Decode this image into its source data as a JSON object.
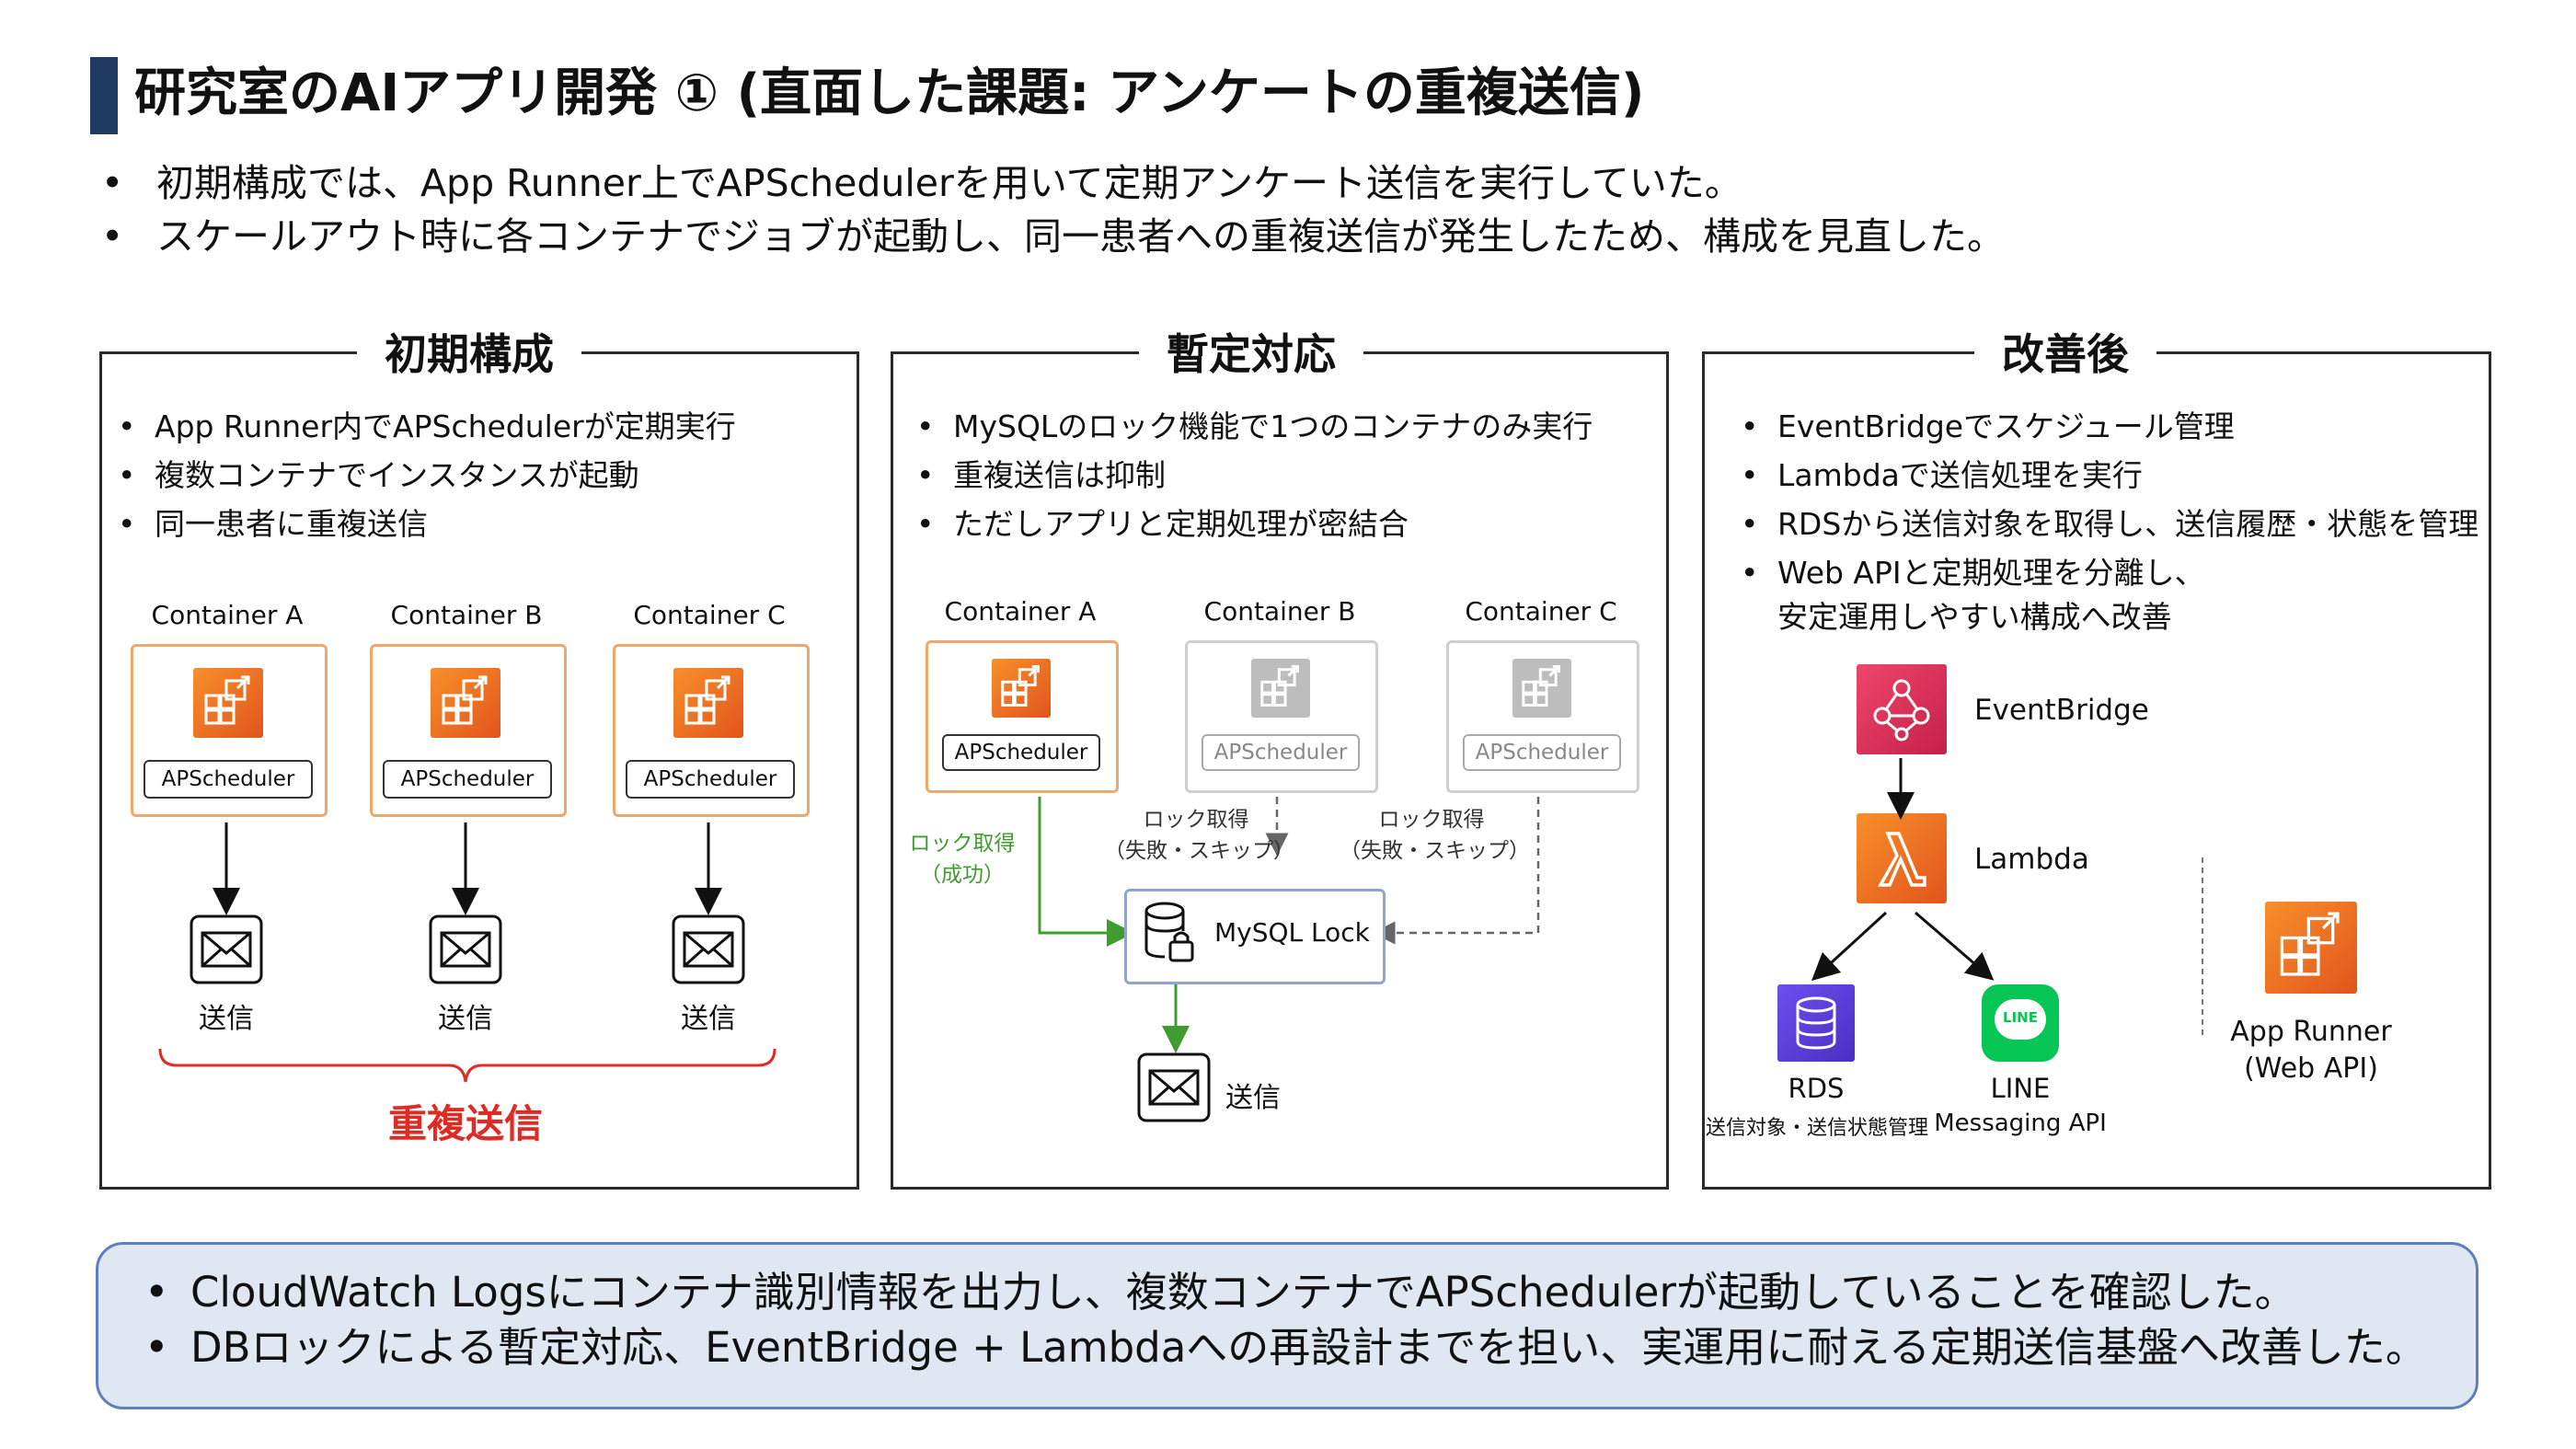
{
  "header": {
    "title": "研究室のAIアプリ開発 ① (直面した課題: アンケートの重複送信)"
  },
  "intro": [
    "初期構成では、App Runner上でAPSchedulerを用いて定期アンケート送信を実行していた。",
    "スケールアウト時に各コンテナでジョブが起動し、同一患者への重複送信が発生したため、構成を見直した。"
  ],
  "panels": {
    "initial": {
      "title": "初期構成",
      "bullets": [
        "App Runner内でAPSchedulerが定期実行",
        "複数コンテナでインスタンスが起動",
        "同一患者に重複送信"
      ],
      "containers": [
        {
          "name": "Container A",
          "scheduler": "APScheduler",
          "send": "送信"
        },
        {
          "name": "Container B",
          "scheduler": "APScheduler",
          "send": "送信"
        },
        {
          "name": "Container C",
          "scheduler": "APScheduler",
          "send": "送信"
        }
      ],
      "duplicate_label": "重複送信"
    },
    "interim": {
      "title": "暫定対応",
      "bullets": [
        "MySQLのロック機能で1つのコンテナのみ実行",
        "重複送信は抑制",
        "ただしアプリと定期処理が密結合"
      ],
      "containers": [
        {
          "name": "Container A",
          "scheduler": "APScheduler"
        },
        {
          "name": "Container B",
          "scheduler": "APScheduler"
        },
        {
          "name": "Container C",
          "scheduler": "APScheduler"
        }
      ],
      "lock_success": [
        "ロック取得",
        "（成功）"
      ],
      "lock_fail_b": [
        "ロック取得",
        "（失敗・スキップ）"
      ],
      "lock_fail_c": [
        "ロック取得",
        "（失敗・スキップ）"
      ],
      "mysql_lock": "MySQL Lock",
      "send": "送信"
    },
    "improved": {
      "title": "改善後",
      "bullets": [
        "EventBridgeでスケジュール管理",
        "Lambdaで送信処理を実行",
        "RDSから送信対象を取得し、送信履歴・状態を管理",
        "Web APIと定期処理を分離し、"
      ],
      "bullet_cont": "安定運用しやすい構成へ改善",
      "eventbridge": "EventBridge",
      "lambda": "Lambda",
      "rds": "RDS",
      "rds_sub": "送信対象・送信状態管理",
      "line": "LINE",
      "line_sub": "Messaging API",
      "line_logo": "LINE",
      "apprunner": "App Runner",
      "apprunner_sub": "(Web API)"
    }
  },
  "summary": [
    "CloudWatch Logsにコンテナ識別情報を出力し、複数コンテナでAPSchedulerが起動していることを確認した。",
    "DBロックによる暫定対応、EventBridge + Lambdaへの再設計までを担い、実運用に耐える定期送信基盤へ改善した。"
  ],
  "colors": {
    "title_bar": "#1f3a63",
    "container_border": "#f0a86a",
    "aws_orange": "#e8651f",
    "duplicate_red": "#e02b25",
    "lock_green": "#3f9c2e",
    "eventbridge_pink": "#d6234f",
    "rds_purple": "#5b3fd6",
    "line_green": "#06c755",
    "summary_bg": "#dfe7f3",
    "summary_border": "#5c80bf"
  }
}
